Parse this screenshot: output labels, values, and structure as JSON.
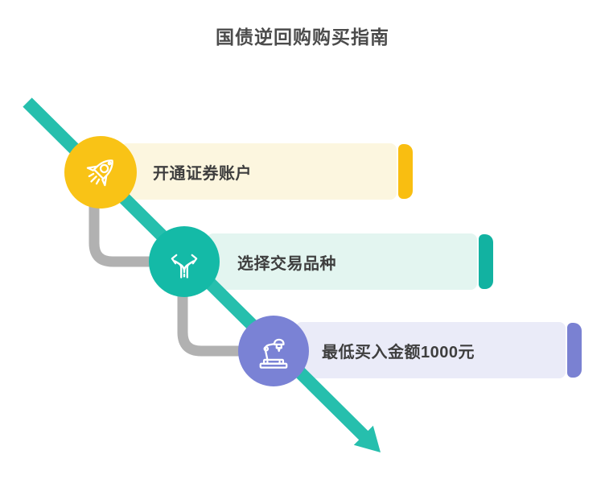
{
  "title": "国债逆回购购买指南",
  "colors": {
    "background": "#FFFFFF",
    "title_text": "#4B4B4B",
    "step_text": "#3E3E3E",
    "arrow": "#26BFAD",
    "connector": "#B1B1B1"
  },
  "steps": [
    {
      "label": "开通证券账户",
      "icon": "rocket-icon",
      "circle_color": "#F9C316",
      "bar_color": "#FCF6DF",
      "cap_color": "#F9BE11"
    },
    {
      "label": "选择交易品种",
      "icon": "split-path-icon",
      "circle_color": "#14BAA7",
      "bar_color": "#E3F5F0",
      "cap_color": "#12B2A1"
    },
    {
      "label": "最低买入金额1000元",
      "icon": "robot-arm-icon",
      "circle_color": "#7A82D5",
      "bar_color": "#EAEBF8",
      "cap_color": "#7A81D2"
    }
  ]
}
